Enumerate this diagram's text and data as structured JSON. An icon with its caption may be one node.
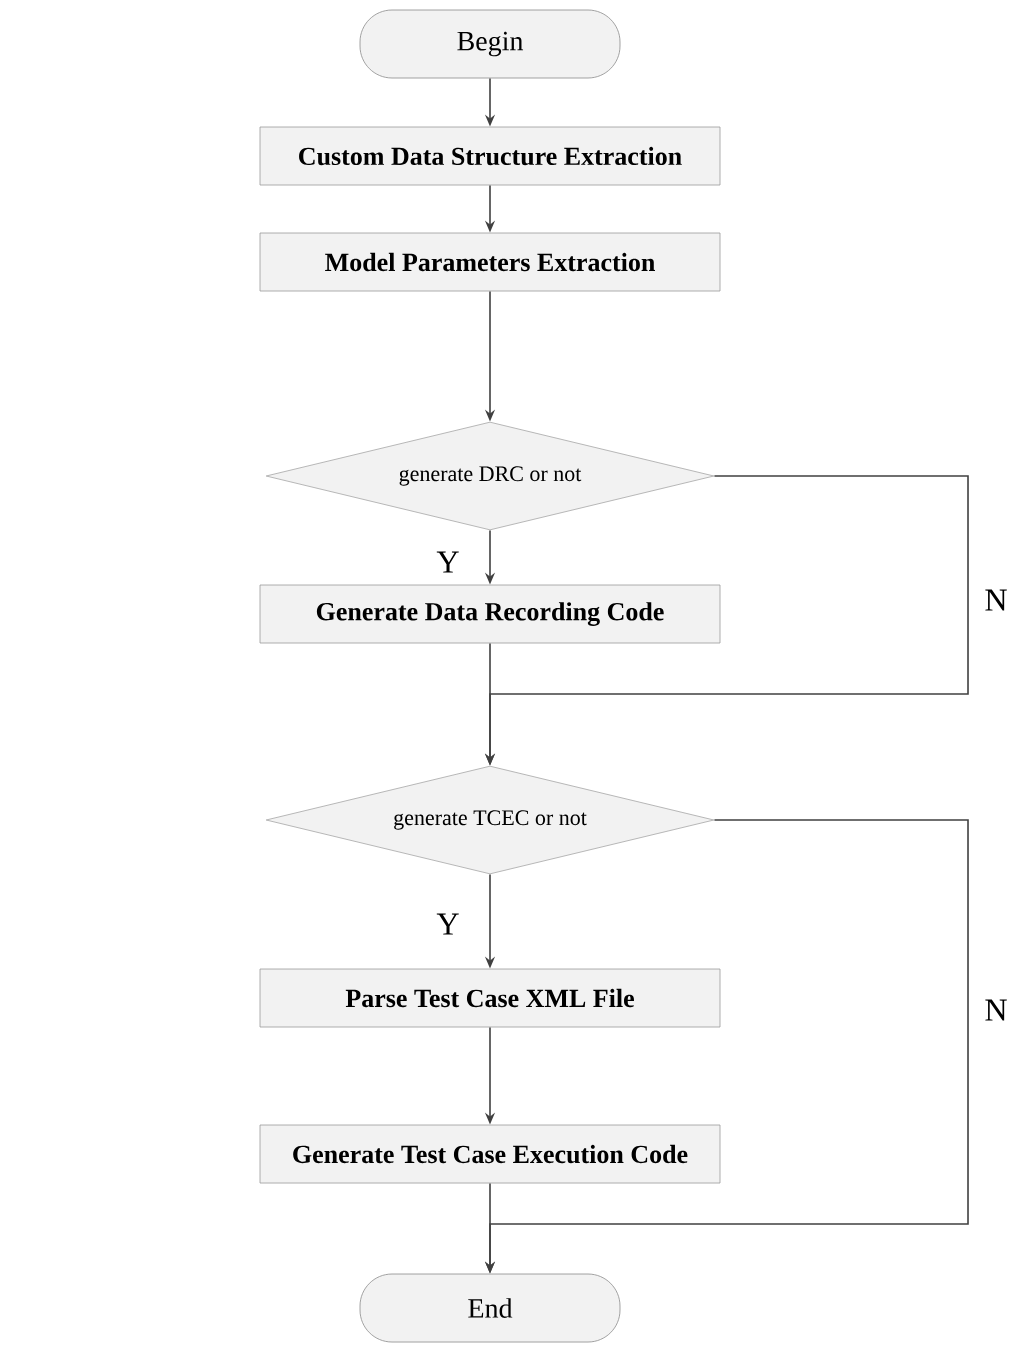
{
  "diagram": {
    "nodes": [
      {
        "text": [
          "Begin"
        ]
      },
      {
        "text": [
          "Custom Data Structure Extraction"
        ]
      },
      {
        "text": [
          "Model Parameters Extraction"
        ]
      },
      {
        "text": [
          "generate DRC or not"
        ]
      },
      {
        "text": [
          "Generate Data Recording Code"
        ]
      },
      {
        "text": [
          "generate TCEC or not"
        ]
      },
      {
        "text": [
          "Parse Test Case XML File"
        ]
      },
      {
        "text": [
          "Generate Test Case Execution Code"
        ]
      },
      {
        "text": [
          "End"
        ]
      }
    ],
    "edges": [
      {
        "from": 0,
        "to": 1,
        "arrow": "to"
      },
      {
        "from": 1,
        "to": 2,
        "arrow": "to"
      },
      {
        "from": 2,
        "to": 3,
        "arrow": "to"
      },
      {
        "from": 3,
        "to": 4,
        "arrow": "to",
        "label": "Y"
      },
      {
        "from": 4,
        "to": 5,
        "arrow": "to"
      },
      {
        "from": 3,
        "to": 5,
        "arrow": "to",
        "label": "N"
      },
      {
        "from": 5,
        "to": 6,
        "arrow": "to",
        "label": "Y"
      },
      {
        "from": 6,
        "to": 7,
        "arrow": "to"
      },
      {
        "from": 7,
        "to": 8,
        "arrow": "to"
      },
      {
        "from": 5,
        "to": 8,
        "arrow": "to",
        "label": "N"
      }
    ]
  }
}
